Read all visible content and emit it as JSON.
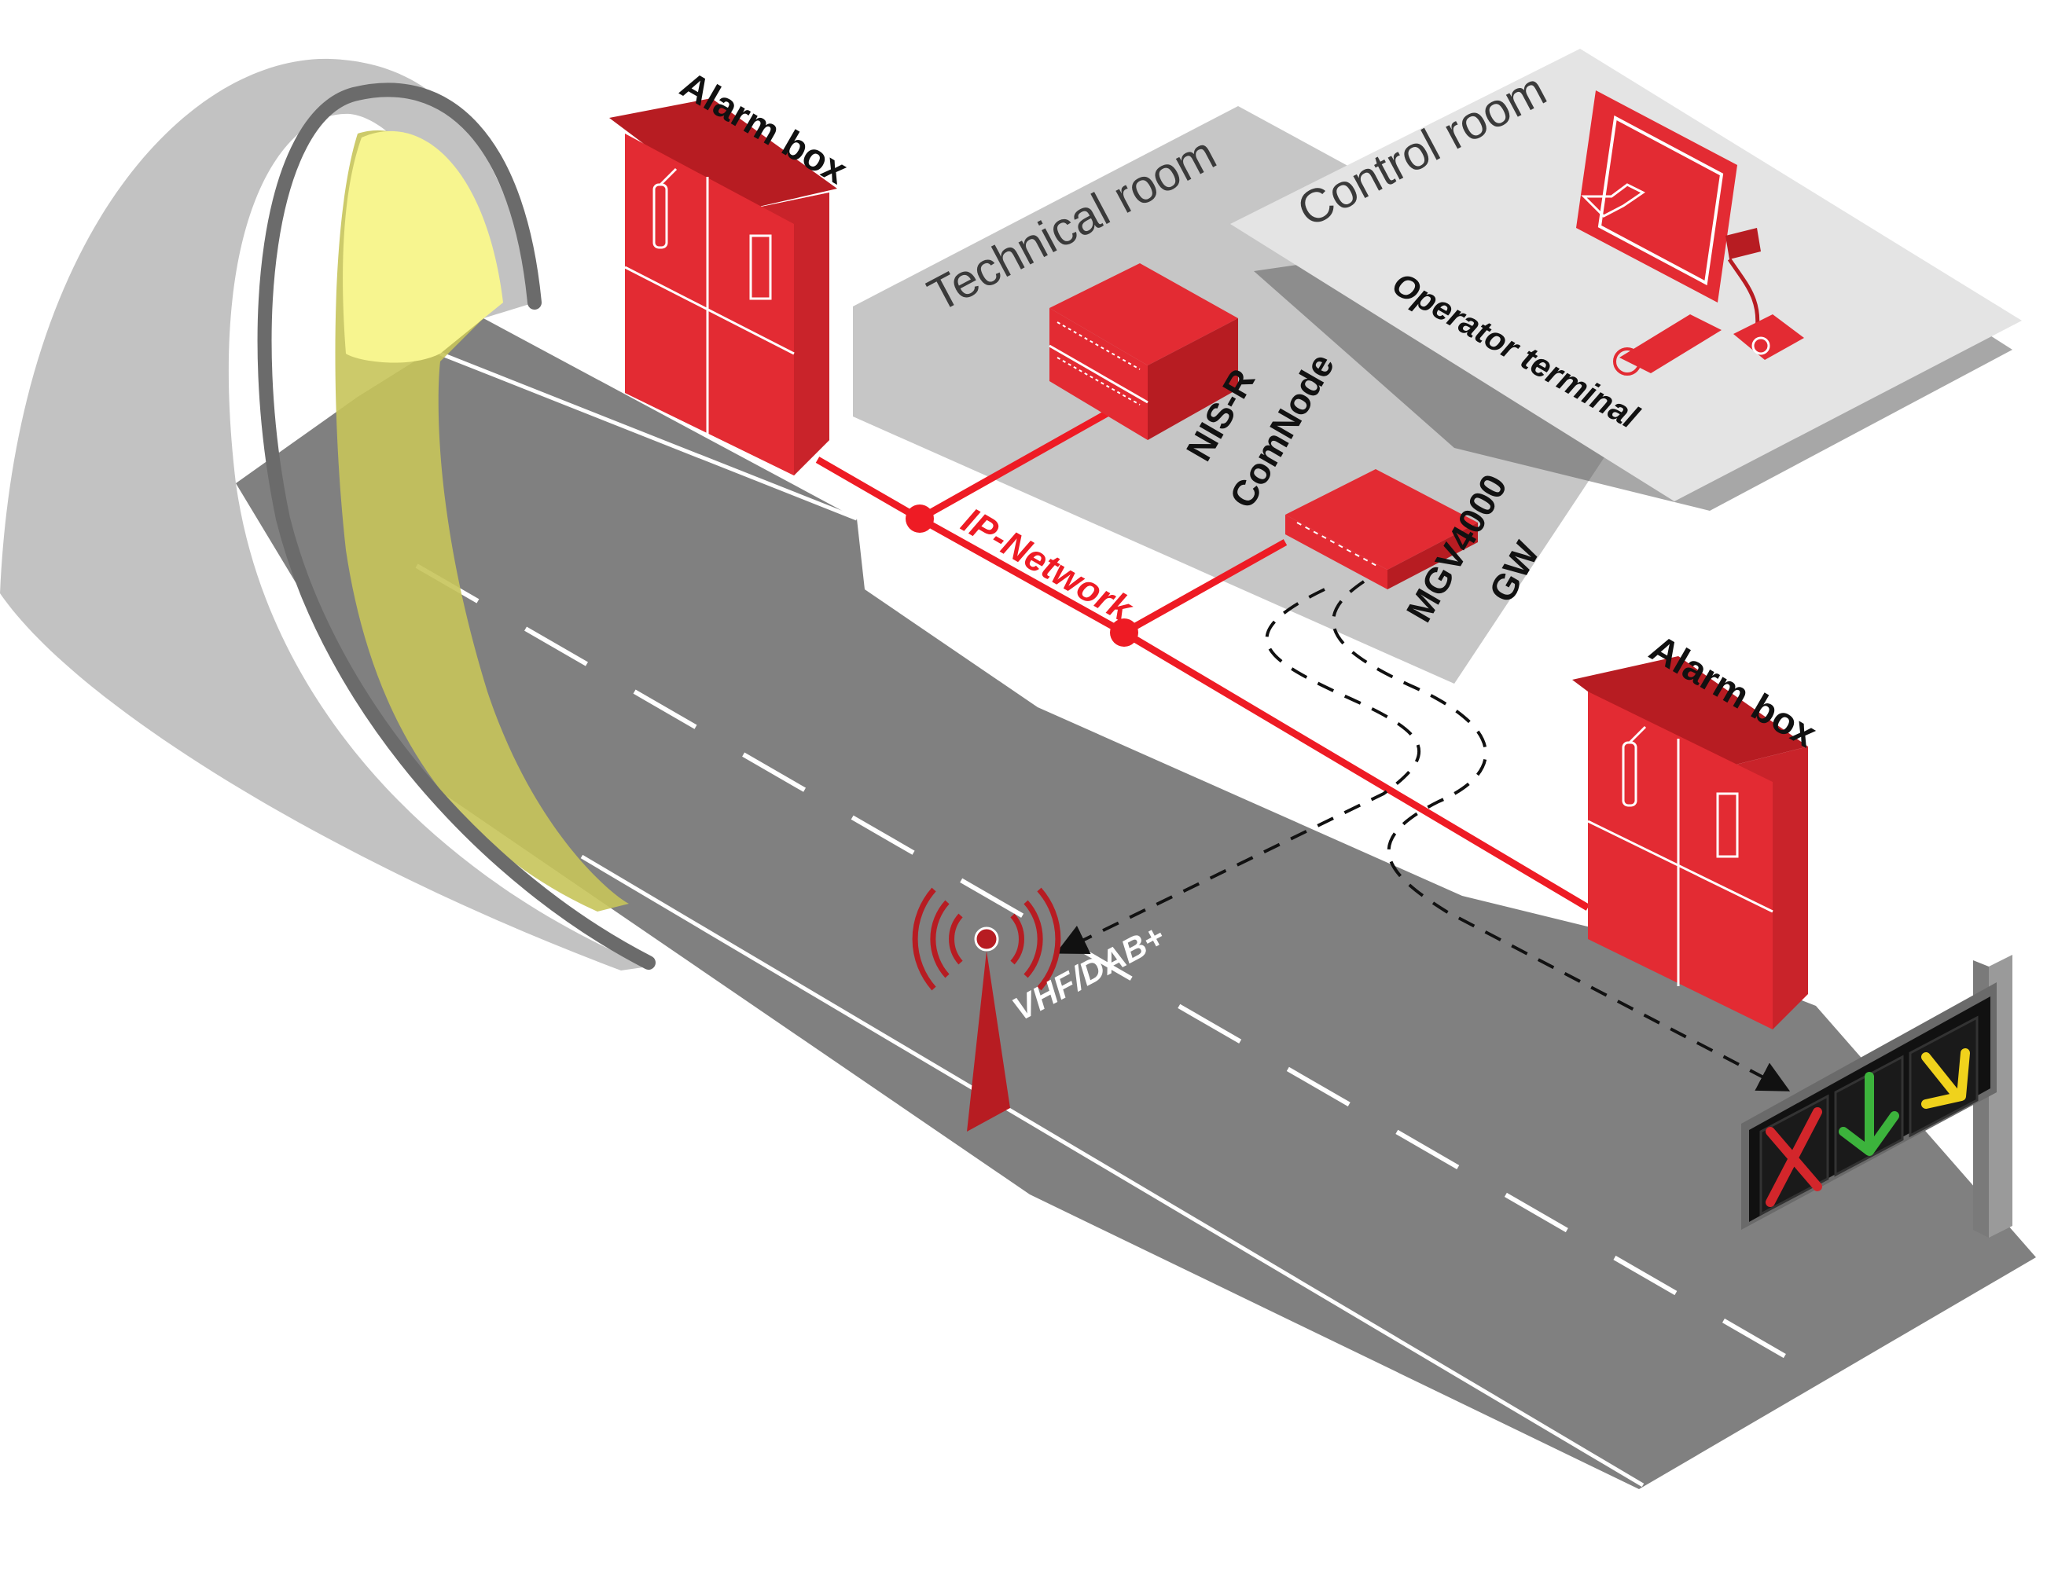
{
  "labels": {
    "alarm_box_1": "Alarm box",
    "alarm_box_2": "Alarm box",
    "technical_room": "Technical room",
    "control_room": "Control room",
    "operator_terminal": "Operator terminal",
    "nis_r_line1": "NIS-R",
    "nis_r_line2": "ComNode",
    "mgv_line1": "MGV4000",
    "mgv_line2": "GW",
    "ip_network": "IP-Network",
    "vhf_dab": "VHF/DAB+"
  },
  "colors": {
    "equipment_red": "#e32b33",
    "equipment_dark_red": "#b71c22",
    "road_gray": "#808080",
    "tunnel_gray": "#c6c6c6",
    "tunnel_light": "#f7f58f",
    "room_gray": "#c4c4c4",
    "room_light": "#e4e4e4",
    "network_red": "#ee1b24",
    "signal_green": "#3cb33c",
    "signal_yellow": "#f0d21c"
  },
  "icons": {
    "fire_extinguisher": "fire-extinguisher-icon",
    "touch_hand": "touch-hand-icon",
    "radio_waves": "radio-waves-icon",
    "lane_closed": "red-x-icon",
    "lane_open": "green-arrow-down-icon",
    "lane_change": "yellow-arrow-icon"
  }
}
